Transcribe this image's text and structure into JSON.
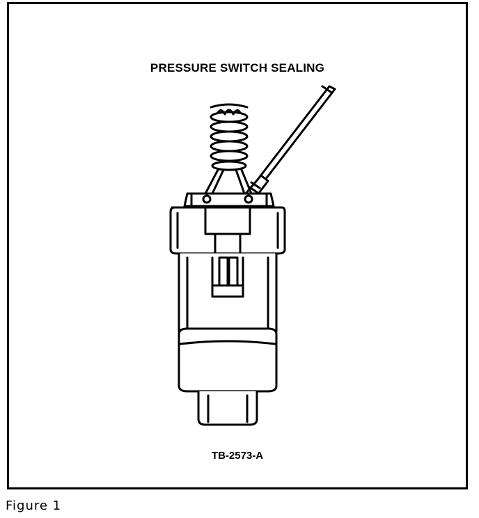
{
  "figure": {
    "title": "PRESSURE SWITCH SEALING",
    "part_code": "TB-2573-A",
    "caption": "Figure 1"
  },
  "colors": {
    "line": "#000000",
    "background": "#ffffff"
  }
}
